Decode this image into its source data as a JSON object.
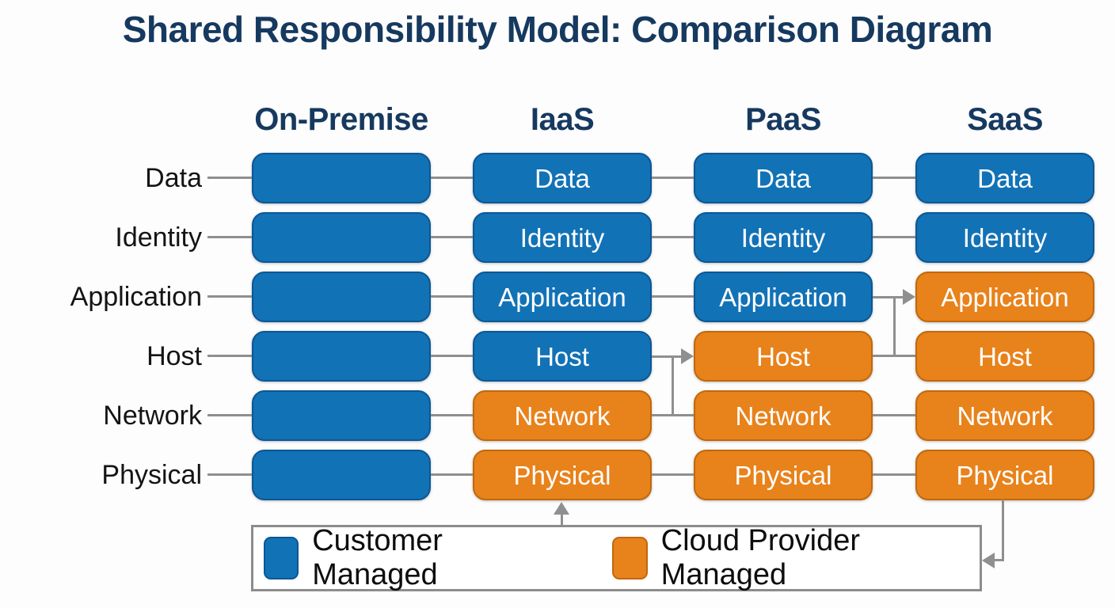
{
  "title": "Shared Responsibility Model: Comparison Diagram",
  "row_labels": [
    "Data",
    "Identity",
    "Application",
    "Host",
    "Network",
    "Physical"
  ],
  "columns": [
    {
      "label": "On-Premise",
      "id": "onpremise",
      "cells": [
        {
          "label": "",
          "managed": "customer"
        },
        {
          "label": "",
          "managed": "customer"
        },
        {
          "label": "",
          "managed": "customer"
        },
        {
          "label": "",
          "managed": "customer"
        },
        {
          "label": "",
          "managed": "customer"
        },
        {
          "label": "",
          "managed": "customer"
        }
      ]
    },
    {
      "label": "IaaS",
      "id": "iaas",
      "cells": [
        {
          "label": "Data",
          "managed": "customer"
        },
        {
          "label": "Identity",
          "managed": "customer"
        },
        {
          "label": "Application",
          "managed": "customer"
        },
        {
          "label": "Host",
          "managed": "customer"
        },
        {
          "label": "Network",
          "managed": "provider"
        },
        {
          "label": "Physical",
          "managed": "provider"
        }
      ]
    },
    {
      "label": "PaaS",
      "id": "paas",
      "cells": [
        {
          "label": "Data",
          "managed": "customer"
        },
        {
          "label": "Identity",
          "managed": "customer"
        },
        {
          "label": "Application",
          "managed": "customer"
        },
        {
          "label": "Host",
          "managed": "provider"
        },
        {
          "label": "Network",
          "managed": "provider"
        },
        {
          "label": "Physical",
          "managed": "provider"
        }
      ]
    },
    {
      "label": "SaaS",
      "id": "saas",
      "cells": [
        {
          "label": "Data",
          "managed": "customer"
        },
        {
          "label": "Identity",
          "managed": "customer"
        },
        {
          "label": "Application",
          "managed": "provider"
        },
        {
          "label": "Host",
          "managed": "provider"
        },
        {
          "label": "Network",
          "managed": "provider"
        },
        {
          "label": "Physical",
          "managed": "provider"
        }
      ]
    }
  ],
  "legend": {
    "items": [
      {
        "label": "Customer Managed",
        "managed": "customer"
      },
      {
        "label": "Cloud Provider Managed",
        "managed": "provider"
      }
    ]
  },
  "colors": {
    "customer_managed": "#1272b6",
    "provider_managed": "#e8821b",
    "heading": "#16395f",
    "row_label": "#141414",
    "connector": "#8f8f8f",
    "legend_border": "#8c8c8c",
    "box_text": "#ffffff",
    "background": "#fdfdfd"
  }
}
